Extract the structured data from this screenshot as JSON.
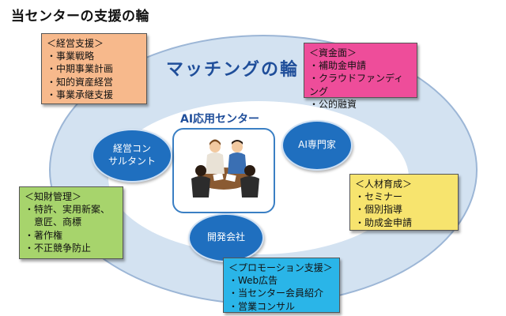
{
  "title": "当センターの支援の輪",
  "matching_label": "マッチングの輪",
  "center": {
    "label": "AI応用センター"
  },
  "bubbles": {
    "consultant": "経営コン\nサルタント",
    "ai_expert": "AI専門家",
    "dev_company": "開発会社"
  },
  "cards": {
    "management": {
      "header": "＜経営支援＞",
      "items": [
        "・事業戦略",
        "・中期事業計画",
        "・知的資産経営",
        "・事業承継支援"
      ]
    },
    "funding": {
      "header": "＜資金面＞",
      "items": [
        "・補助金申請",
        "・クラウドファンディング",
        "・公的融資"
      ]
    },
    "hr": {
      "header": "＜人材育成＞",
      "items": [
        "・セミナー",
        "・個別指導",
        "・助成金申請"
      ]
    },
    "ip": {
      "header": "＜知財管理＞",
      "items": [
        "・特許、実用新案、",
        "　意匠、商標",
        "・著作権",
        "・不正競争防止"
      ]
    },
    "promotion": {
      "header": "＜プロモーション支援＞",
      "items": [
        "・Web広告",
        "・当センター会員紹介",
        "・営業コンサル"
      ]
    }
  },
  "colors": {
    "ring": "#d3e2f1",
    "bubble": "#1f6fbf",
    "management": "#f7b98c",
    "funding": "#ee4d9a",
    "hr": "#f7e46e",
    "ip": "#a7d46c",
    "promotion": "#2ab5e8"
  }
}
